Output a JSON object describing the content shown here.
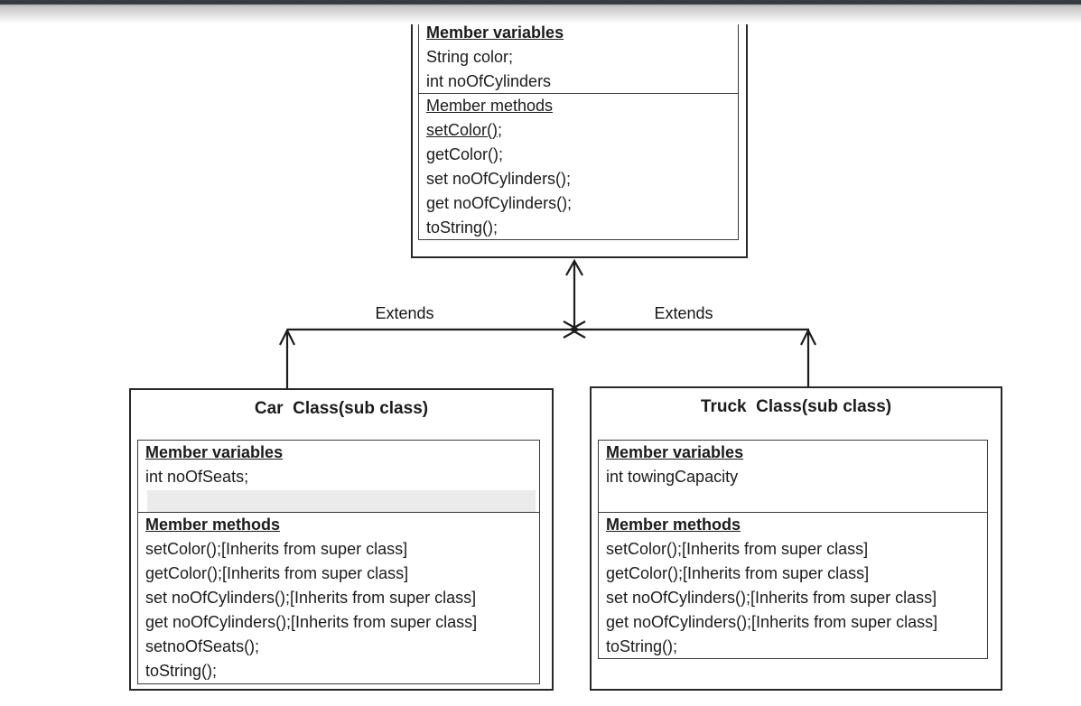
{
  "superclass": {
    "variables_header": "Member variables",
    "variables": [
      "String color;",
      "int noOfCylinders"
    ],
    "methods_header": "Member methods",
    "methods": [
      "setColor();",
      "getColor();",
      "set noOfCylinders();",
      "get noOfCylinders();",
      "toString();"
    ]
  },
  "connectors": {
    "left_label": "Extends",
    "right_label": "Extends"
  },
  "car": {
    "title": "Car  Class(sub class)",
    "variables_header": "Member variables",
    "variables": [
      "int noOfSeats;"
    ],
    "methods_header": "Member methods",
    "methods": [
      "setColor();[Inherits from super class]",
      "getColor();[Inherits from super class]",
      "set noOfCylinders();[Inherits from super class]",
      "get noOfCylinders();[Inherits from super class]",
      "setnoOfSeats();",
      "toString();"
    ]
  },
  "truck": {
    "title": "Truck  Class(sub class)",
    "variables_header": "Member variables",
    "variables": [
      "int towingCapacity"
    ],
    "methods_header": "Member methods",
    "methods": [
      "setColor();[Inherits from super class]",
      "getColor();[Inherits from super class]",
      "set noOfCylinders();[Inherits from super class]",
      "get noOfCylinders();[Inherits from super class]",
      "toString();"
    ]
  },
  "colors": {
    "text": "#1b1b1b",
    "box_border": "#282828",
    "inner_border": "#3a3a3a",
    "highlight_row": "#ebebeb",
    "top_bar": "#2e3236",
    "line": "#1c1c1c"
  }
}
